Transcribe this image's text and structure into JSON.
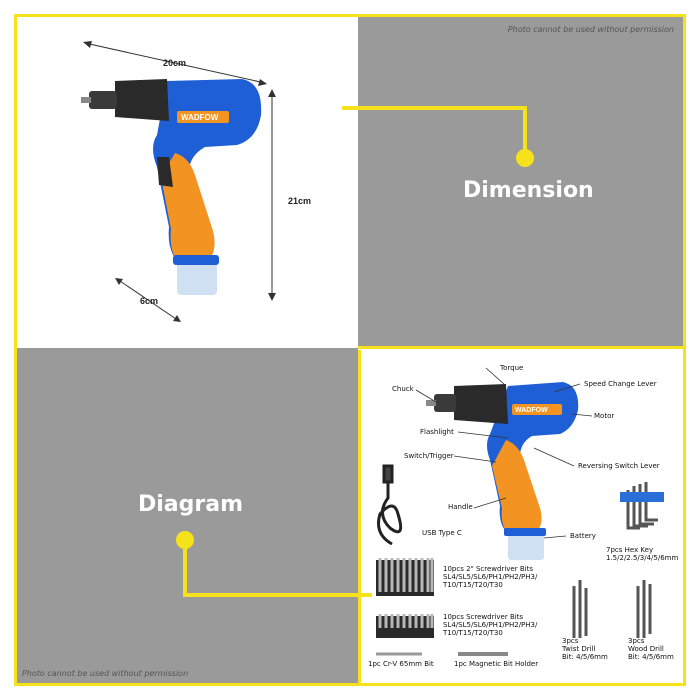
{
  "notices": {
    "top": "Photo cannot be used without permission",
    "bottom": "Photo cannot be used without permission"
  },
  "sections": {
    "dimension": "Dimension",
    "diagram": "Diagram"
  },
  "dimensions": {
    "length": "20cm",
    "height": "21cm",
    "width": "6cm"
  },
  "brand": "WADFOW",
  "parts": {
    "torque": "Torque",
    "chuck": "Chuck",
    "speed_change_lever": "Speed Change Lever",
    "motor": "Motor",
    "flashlight": "Flashlight",
    "switch_trigger": "Switch/Trigger",
    "reversing_switch_lever": "Reversing Switch Lever",
    "handle": "Handle",
    "battery": "Battery"
  },
  "accessories": {
    "usb": "USB Type C",
    "hex_key": "7pcs Hex Key\n1.5/2/2.5/3/4/5/6mm",
    "bits_2in": "10pcs 2\" Screwdriver Bits\nSL4/SL5/SL6/PH1/PH2/PH3/\nT10/T15/T20/T30",
    "bits": "10pcs Screwdriver Bits\nSL4/SL5/SL6/PH1/PH2/PH3/\nT10/T15/T20/T30",
    "twist_drill": "3pcs\nTwist Drill\nBit: 4/5/6mm",
    "wood_drill": "3pcs\nWood Drill\nBit: 4/5/6mm",
    "crv_bit": "1pc Cr-V 65mm Bit",
    "bit_holder": "1pc Magnetic Bit Holder"
  },
  "colors": {
    "accent_yellow": "#f6e21a",
    "panel_gray": "#9a9a9a",
    "drill_blue": "#1f5fd6",
    "drill_orange": "#f39322",
    "chuck_black": "#2a2a2a",
    "battery_light": "#cfe0f2"
  }
}
